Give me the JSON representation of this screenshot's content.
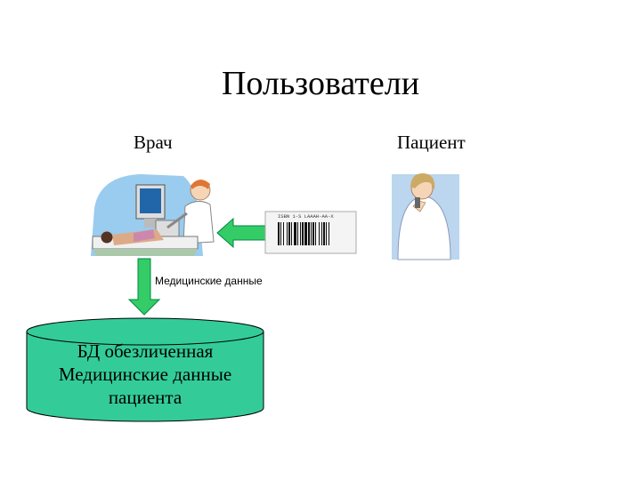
{
  "title": "Пользователи",
  "doctor": {
    "label": "Врач"
  },
  "patient": {
    "label": "Пациент"
  },
  "arrow": {
    "label": "Медицинские данные"
  },
  "database": {
    "lines": [
      "БД обезличенная",
      "Медицинские данные",
      "пациента"
    ],
    "fill": "#33cc99"
  },
  "barcode": {
    "header": "ISBN 1-S LAAAH-AA-X"
  },
  "colors": {
    "arrow": "#33cc66"
  }
}
